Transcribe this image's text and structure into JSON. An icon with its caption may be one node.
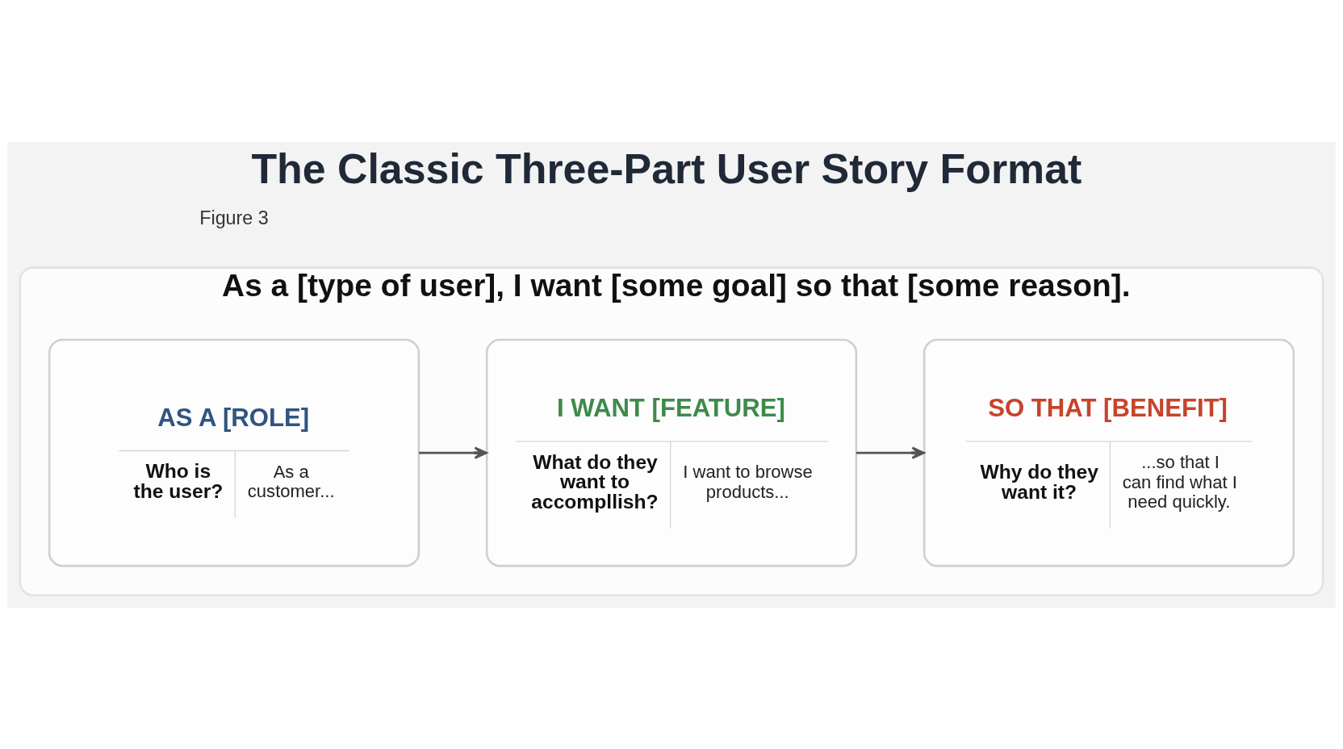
{
  "diagram": {
    "title": "The Classic Three-Part User Story Format",
    "nodes": [
      {
        "text": [
          "As a [type of user], I want [some goal] so that [some reason]."
        ]
      },
      {
        "text": [
          "AS A [ROLE]",
          "Who is the user?",
          "As a customer..."
        ],
        "in": 0
      },
      {
        "text": [
          "I WANT [FEATURE]",
          "What do they want to accompllish?",
          "I want to browse products..."
        ],
        "in": 0
      },
      {
        "text": [
          "SO THAT [BENEFIT]",
          "Why do they want it?",
          "...so that I can find what I need quickly."
        ],
        "in": 0
      }
    ],
    "edges": [
      {
        "from": 1,
        "to": 2,
        "arrow": "to"
      },
      {
        "from": 2,
        "to": 3,
        "arrow": "to"
      }
    ],
    "labels": [
      "Figure 3"
    ]
  }
}
